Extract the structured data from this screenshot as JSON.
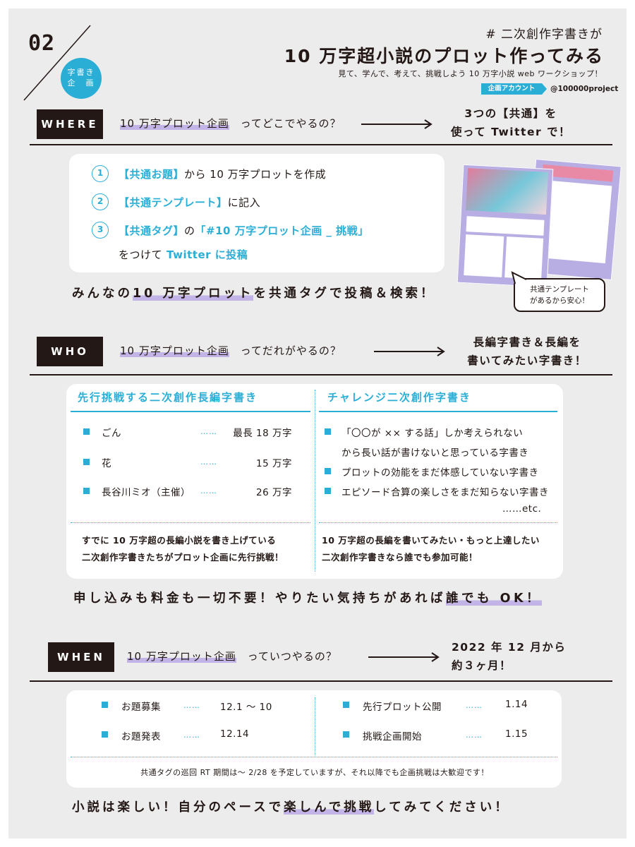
{
  "header": {
    "number": "02",
    "circle_label_1": "字書き",
    "circle_label_2": "企　画",
    "hashtag": "# 二次創作字書きが",
    "title": "10 万字超小説のプロット作ってみる",
    "subtitle": "見て、学んで、考えて、挑戦しよう 10 万字小説 web ワークショップ！",
    "account_badge": "企画アカウント",
    "account_handle": "@100000project"
  },
  "where": {
    "label": "WHERE",
    "question_hl": "10 万字プロット企画",
    "question_rest": "ってどこでやるの？",
    "answer_line1": "3つの【共通】を",
    "answer_line2": "使って Twitter で！",
    "steps": [
      {
        "num": "1",
        "blue": "【共通お題】",
        "rest": "から 10 万字プロットを作成"
      },
      {
        "num": "2",
        "blue": "【共通テンプレート】",
        "rest": "に記入"
      },
      {
        "num": "3",
        "blue": "【共通タグ】",
        "rest": "の",
        "blue2": "「#10 万字プロット企画 _ 挑戦」",
        "line2_rest": "をつけて",
        "line2_blue": "Twitter に投稿"
      }
    ],
    "bubble_line1": "共通テンプレート",
    "bubble_line2": "があるから安心！",
    "tagline_pre": "みんなの",
    "tagline_hl": "10 万字プロット",
    "tagline_post": "を共通タグで投稿＆検索！"
  },
  "who": {
    "label": "WHO",
    "question_hl": "10 万字プロット企画",
    "question_rest": "ってだれがやるの？",
    "answer_line1": "長編字書き＆長編を",
    "answer_line2": "書いてみたい字書き！",
    "left_title": "先行挑戦する二次創作長編字書き",
    "left_items": [
      {
        "name": "ごん",
        "dots": "……",
        "value": "最長 18 万字"
      },
      {
        "name": "花",
        "dots": "……",
        "value": "15 万字"
      },
      {
        "name": "長谷川ミオ（主催）",
        "dots": "……",
        "value": "26 万字"
      }
    ],
    "left_note_1": "すでに 10 万字超の長編小説を書き上げている",
    "left_note_2": "二次創作字書きたちがプロット企画に先行挑戦！",
    "right_title": "チャレンジ二次創作字書き",
    "right_items": [
      "「〇〇が ×× する話」しか考えられない",
      "から長い話が書けないと思っている字書き",
      "プロットの効能をまだ体感していない字書き",
      "エピソード合算の楽しさをまだ知らない字書き"
    ],
    "right_etc": "……etc.",
    "right_note_1": "10 万字超の長編を書いてみたい・もっと上達したい",
    "right_note_2": "二次創作字書きなら誰でも参加可能！",
    "tagline_pre": "申し込みも料金も一切不要！やりたい気持ちがあれば",
    "tagline_hl": "誰でも OK！"
  },
  "when": {
    "label": "WHEN",
    "question_hl": "10 万字プロット企画",
    "question_rest": "っていつやるの？",
    "answer_line1": "2022 年 12 月から",
    "answer_line2": "約３ヶ月！",
    "left_items": [
      {
        "name": "お題募集",
        "dots": "……",
        "value": "12.1 ～ 10"
      },
      {
        "name": "お題発表",
        "dots": "……",
        "value": "12.14"
      }
    ],
    "right_items": [
      {
        "name": "先行プロット公開",
        "dots": "……",
        "value": "1.14"
      },
      {
        "name": "挑戦企画開始",
        "dots": "……",
        "value": "1.15"
      }
    ],
    "note": "共通タグの巡回 RT 期間は～ 2/28 を予定していますが、それ以降でも企画挑戦は大歓迎です！",
    "tagline_pre": "小説は楽しい！自分のペースで",
    "tagline_hl": "楽しんで挑戦",
    "tagline_post": "してみてください！"
  },
  "colors": {
    "accent_blue": "#2baed6",
    "highlight_purple": "#c2b4e6",
    "label_black": "#231815",
    "background": "#ececec"
  }
}
